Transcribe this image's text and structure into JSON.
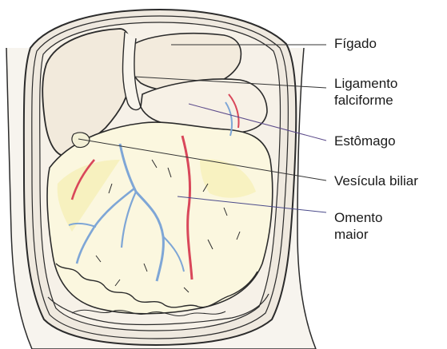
{
  "labels": {
    "figado": "Fígado",
    "ligamento_line1": "Ligamento",
    "ligamento_line2": "falciforme",
    "estomago": "Estômago",
    "vesicula": "Vesícula biliar",
    "omento_line1": "Omento",
    "omento_line2": "maior"
  },
  "colors": {
    "outline": "#2b2b2b",
    "liver_fill": "#f2eadc",
    "omentum_fill": "#fbf7df",
    "omentum_yellow": "#f6efb4",
    "artery": "#d9475a",
    "vein": "#7ea6d6",
    "leader_line": "#333333",
    "estomago_leader": "#5b4a8a",
    "omento_leader": "#4a4a8a"
  }
}
